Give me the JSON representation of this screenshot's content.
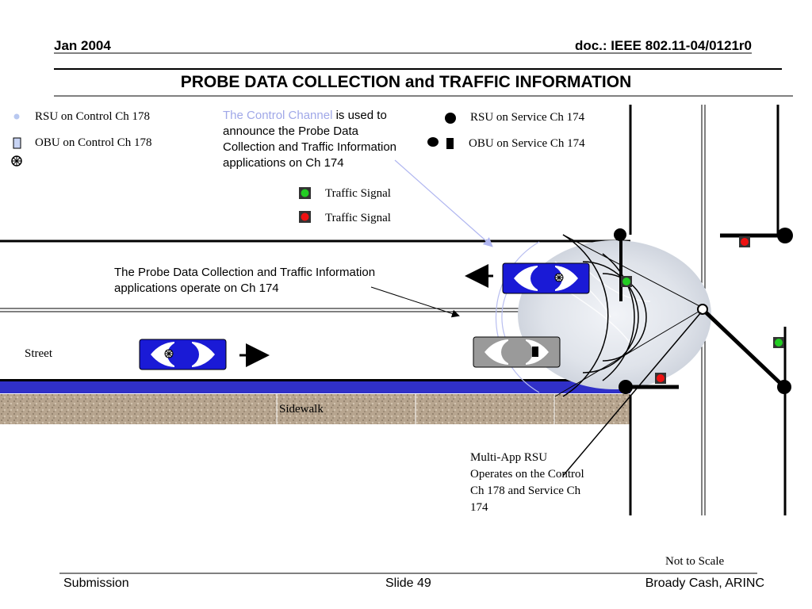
{
  "header": {
    "date": "Jan 2004",
    "doc": "doc.: IEEE 802.11-04/0121r0",
    "title": "PROBE DATA COLLECTION and TRAFFIC INFORMATION"
  },
  "legend": {
    "rsu_control": "RSU on Control Ch 178",
    "obu_control": "OBU on Control Ch 178",
    "rsu_service": "RSU on Service Ch 174",
    "obu_service": "OBU on Service Ch 174",
    "signal_green": "Traffic Signal",
    "signal_red": "Traffic Signal"
  },
  "notes": {
    "control_channel_highlight": "The Control Channel",
    "control_channel_rest": " is used to announce the Probe Data Collection and Traffic Information applications on Ch 174",
    "probe_apps": "The Probe Data Collection and Traffic Information applications operate on Ch 174",
    "multi_app_rsu": "Multi-App RSU Operates on the Control Ch 178 and Service Ch 174",
    "not_to_scale": "Not to Scale"
  },
  "labels": {
    "street": "Street",
    "sidewalk": "Sidewalk"
  },
  "footer": {
    "left": "Submission",
    "center": "Slide 49",
    "right": "Broady Cash, ARINC"
  },
  "colors": {
    "car_blue": "#1a1ad6",
    "car_gray": "#9a9a9a",
    "street_blue": "#3030c8",
    "signal_green": "#22cc22",
    "signal_red": "#ee1111",
    "highlight_text": "#a0a8e8",
    "rsu_control_dot": "#b8c8f0"
  }
}
